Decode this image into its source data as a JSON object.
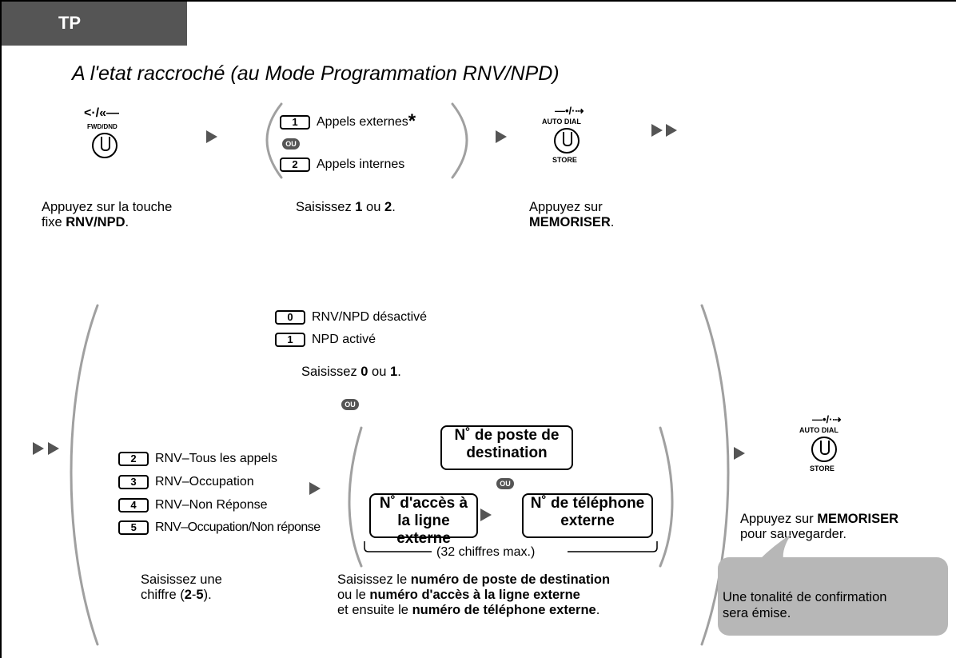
{
  "tab_label": "TP",
  "heading": "A l'etat raccroché (au Mode Programmation RNV/NPD)",
  "icons": [
    "fwd-dnd-button-icon",
    "auto-dial-store-button-icon",
    "next-arrow-icon",
    "ou-separator-icon"
  ],
  "colors": {
    "tab": "#555555",
    "bubble": "#b7b7b7",
    "bracket": "#a0a0a0"
  },
  "step1": {
    "button_label": "FWD/DND",
    "symbol": "<·/«—",
    "caption_l1": "Appuyez sur la touche",
    "caption_l2_prefix": "fixe ",
    "caption_l2_bold": "RNV/NPD",
    "caption_l2_suffix": "."
  },
  "step2": {
    "options": [
      {
        "key": "1",
        "label": "Appels externes",
        "mark": "*"
      },
      {
        "key": "2",
        "label": "Appels internes"
      }
    ],
    "ou": "OU",
    "caption_prefix": "Saisissez ",
    "caption_b1": "1",
    "caption_mid": " ou ",
    "caption_b2": "2",
    "caption_suffix": "."
  },
  "step3": {
    "top_label": "AUTO DIAL",
    "bottom_label": "STORE",
    "caption_l1": "Appuyez sur",
    "caption_l2_bold": "MEMORISER",
    "caption_l2_suffix": "."
  },
  "step4": {
    "upper_options": [
      {
        "key": "0",
        "label": "RNV/NPD désactivé"
      },
      {
        "key": "1",
        "label": "NPD activé"
      }
    ],
    "upper_caption_prefix": "Saisissez ",
    "upper_caption_b1": "0",
    "upper_caption_mid": " ou ",
    "upper_caption_b2": "1",
    "upper_caption_suffix": ".",
    "ou": "OU",
    "lower_options": [
      {
        "key": "2",
        "label": "RNV–Tous les appels"
      },
      {
        "key": "3",
        "label": "RNV–Occupation"
      },
      {
        "key": "4",
        "label": "RNV–Non Réponse"
      },
      {
        "key": "5",
        "label": "RNV–Occupation/Non réponse"
      }
    ],
    "lower_caption_l1": "Saisissez une",
    "lower_caption_l2_prefix": "chiffre (",
    "lower_caption_l2_b1": "2",
    "lower_caption_l2_mid": "-",
    "lower_caption_l2_b2": "5",
    "lower_caption_l2_suffix": ").",
    "dest_box_l1": "N˚ de poste de",
    "dest_box_l2": "destination",
    "access_box_l1": "N˚ d'accès à",
    "access_box_l2": "la ligne externe",
    "phone_box_l1": "N˚ de téléphone",
    "phone_box_l2": "externe",
    "max_note": "(32 chiffres max.)",
    "caption_l1_prefix": "Saisissez le ",
    "caption_l1_bold": "numéro de poste de destination",
    "caption_l2_prefix": "ou le ",
    "caption_l2_bold": "numéro d'accès à la ligne externe",
    "caption_l3_prefix": "et ensuite le ",
    "caption_l3_bold": "numéro de téléphone externe",
    "caption_l3_suffix": "."
  },
  "step5": {
    "top_label": "AUTO DIAL",
    "bottom_label": "STORE",
    "caption_l1_prefix": "Appuyez sur ",
    "caption_l1_bold": "MEMORISER",
    "caption_l2": "pour sauvegarder."
  },
  "bubble": {
    "line1": "Une tonalité de confirmation",
    "line2": "sera émise."
  }
}
